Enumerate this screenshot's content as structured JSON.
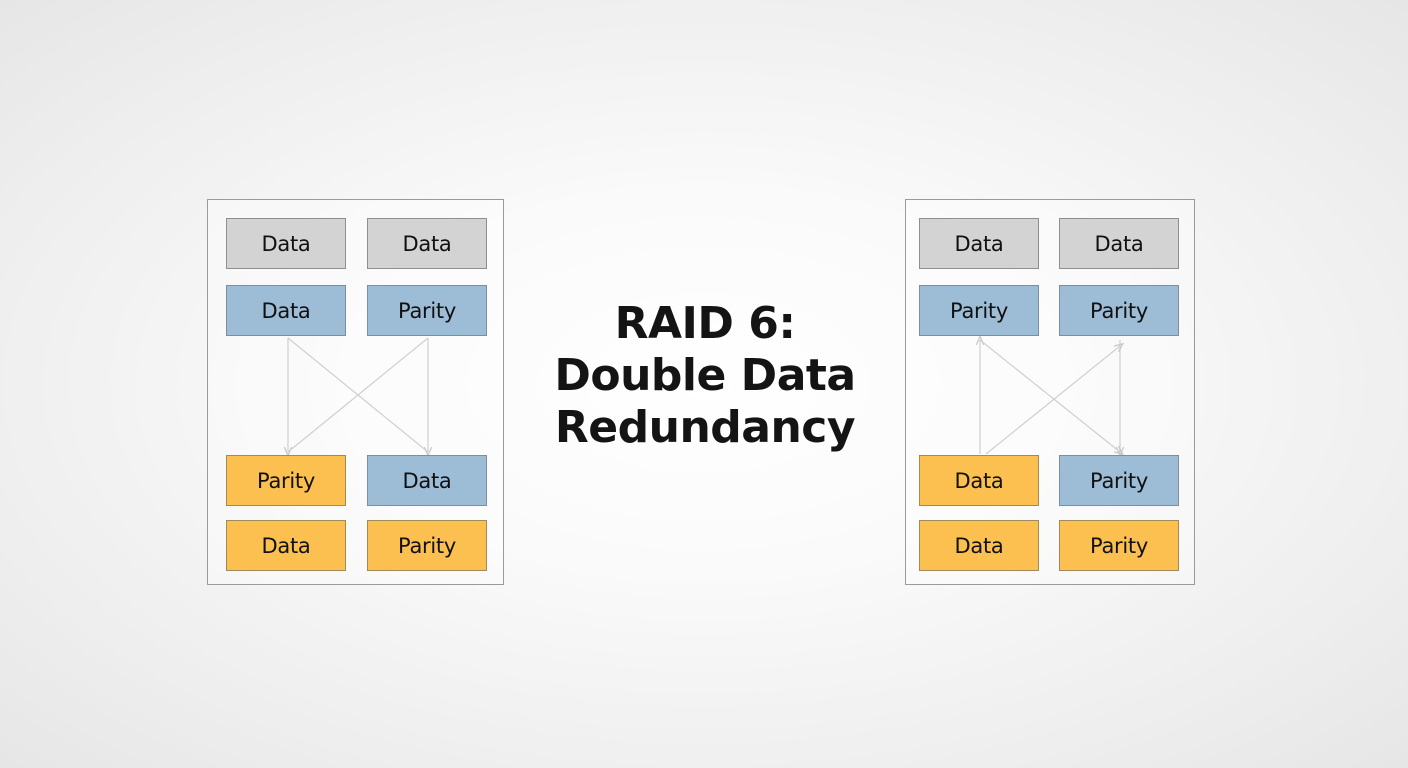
{
  "title_lines": [
    "RAID 6:",
    "Double Data",
    "Redundancy"
  ],
  "colors": {
    "gray": "#d3d3d3",
    "blue": "#9dbcd6",
    "orange": "#fbc04f"
  },
  "left_panel": {
    "blocks": [
      {
        "label": "Data",
        "color": "gray"
      },
      {
        "label": "Data",
        "color": "gray"
      },
      {
        "label": "Data",
        "color": "blue"
      },
      {
        "label": "Parity",
        "color": "blue"
      },
      {
        "label": "Parity",
        "color": "orange"
      },
      {
        "label": "Data",
        "color": "blue"
      },
      {
        "label": "Data",
        "color": "orange"
      },
      {
        "label": "Parity",
        "color": "orange"
      }
    ]
  },
  "right_panel": {
    "blocks": [
      {
        "label": "Data",
        "color": "gray"
      },
      {
        "label": "Data",
        "color": "gray"
      },
      {
        "label": "Parity",
        "color": "blue"
      },
      {
        "label": "Parity",
        "color": "blue"
      },
      {
        "label": "Data",
        "color": "orange"
      },
      {
        "label": "Parity",
        "color": "blue"
      },
      {
        "label": "Data",
        "color": "orange"
      },
      {
        "label": "Parity",
        "color": "orange"
      }
    ]
  }
}
